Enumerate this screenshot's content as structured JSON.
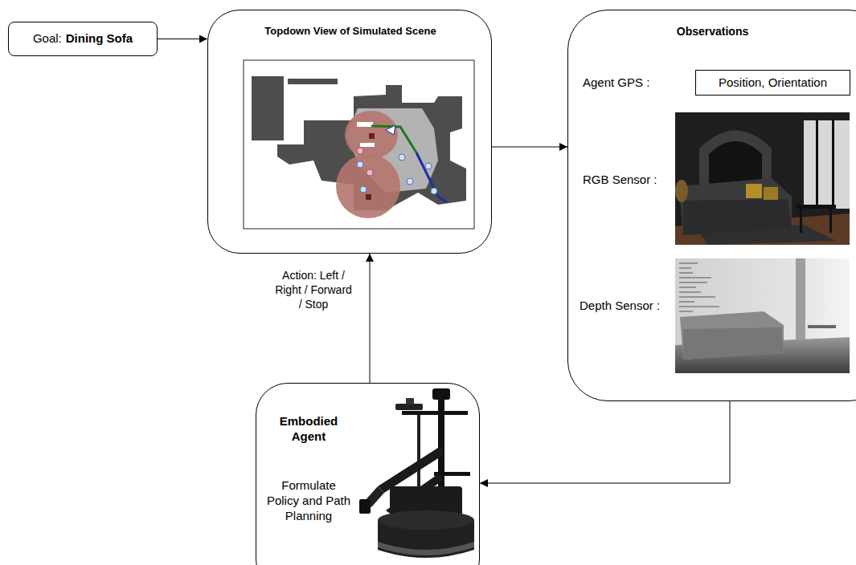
{
  "diagram": {
    "nodes": [
      {
        "text": [
          "Goal:",
          "Dining Sofa"
        ]
      },
      {
        "text": [
          "Topdown View of Simulated Scene"
        ]
      },
      {
        "text": [
          "Observations",
          "Agent GPS :",
          "RGB Sensor :",
          "Depth Sensor :"
        ]
      },
      {
        "text": [
          "Position, Orientation"
        ],
        "in": 2
      },
      {
        "text": [
          "Embodied Agent",
          "Formulate Policy and Path Planning"
        ]
      }
    ],
    "edges": [
      {
        "from": 0,
        "to": 1,
        "arrow": "to"
      },
      {
        "from": 1,
        "to": 2,
        "arrow": "to"
      },
      {
        "from": 2,
        "to": 4,
        "arrow": "to"
      },
      {
        "from": 4,
        "to": 1,
        "arrow": "to",
        "label": "Action: Left / Right / Forward / Stop"
      }
    ]
  }
}
